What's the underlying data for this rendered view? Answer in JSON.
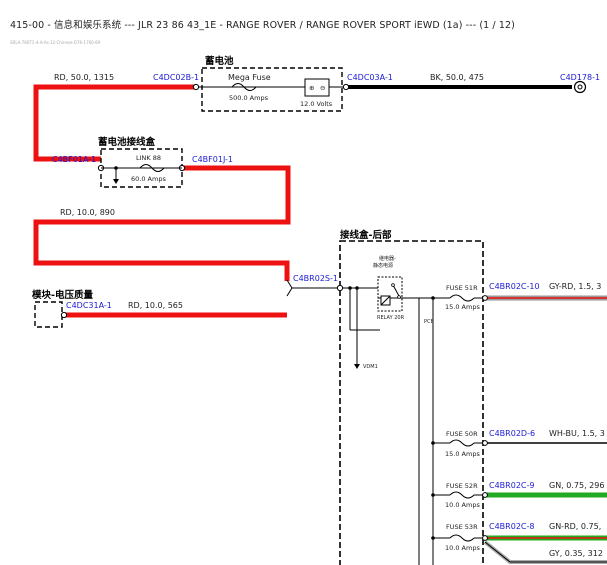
{
  "header": {
    "title": "415-00 - 信息和娱乐系统 --- JLR 23 86 43_1E - RANGE ROVER / RANGE ROVER SPORT iEWD (1a) --- (1 / 12)",
    "subtitle": "SRLA-786T1-4-A-As-12-Chinese-D76-1760-89"
  },
  "colors": {
    "red": "#ee1111",
    "black": "#000000",
    "green": "#22aa22",
    "blue_text": "#1a1ad4",
    "gy_rd": "#999999",
    "gy": "#aaaaaa"
  },
  "groups": {
    "battery": "蓄电池",
    "battery_junction_box": "蓄电池接线盒",
    "rear_junction_box": "接线盒-后部",
    "voltage_module": "模块-电压质量",
    "relay": "继电器-\n静态电源"
  },
  "components": {
    "mega_fuse": {
      "name": "Mega Fuse",
      "rating": "500.0 Amps"
    },
    "battery_volts": "12.0 Volts",
    "link_88": {
      "name": "LINK 88",
      "rating": "60.0 Amps"
    },
    "relay_label": "RELAY 20R",
    "pcb": "PCB",
    "vdm": "VDM1",
    "fuse_51r": {
      "name": "FUSE 51R",
      "rating": "15.0 Amps"
    },
    "fuse_50r": {
      "name": "FUSE 50R",
      "rating": "15.0 Amps"
    },
    "fuse_52r": {
      "name": "FUSE 52R",
      "rating": "10.0 Amps"
    },
    "fuse_53r": {
      "name": "FUSE 53R",
      "rating": "10.0 Amps"
    }
  },
  "connectors": {
    "c4dc02b_1": "C4DC02B-1",
    "c4dc03a_1": "C4DC03A-1",
    "c4d178_1": "C4D178-1",
    "c4bf01a_1": "C4BF01A-1",
    "c4bf01j_1": "C4BF01J-1",
    "c4br02s_1": "C4BR02S-1",
    "c4dc31a_1": "C4DC31A-1",
    "c4br02c_10": "C4BR02C-10",
    "c4br02d_6": "C4BR02D-6",
    "c4br02c_9": "C4BR02C-9",
    "c4br02c_8": "C4BR02C-8"
  },
  "wires": {
    "w1": "RD, 50.0, 1315",
    "w2": "BK, 50.0, 475",
    "w3": "RD, 10.0, 890",
    "w4": "RD, 10.0, 565",
    "w5": "GY-RD, 1.5, 3",
    "w6": "WH-BU, 1.5, 3",
    "w7": "GN, 0.75, 296",
    "w8": "GN-RD, 0.75,",
    "w9": "GY, 0.35, 312"
  }
}
